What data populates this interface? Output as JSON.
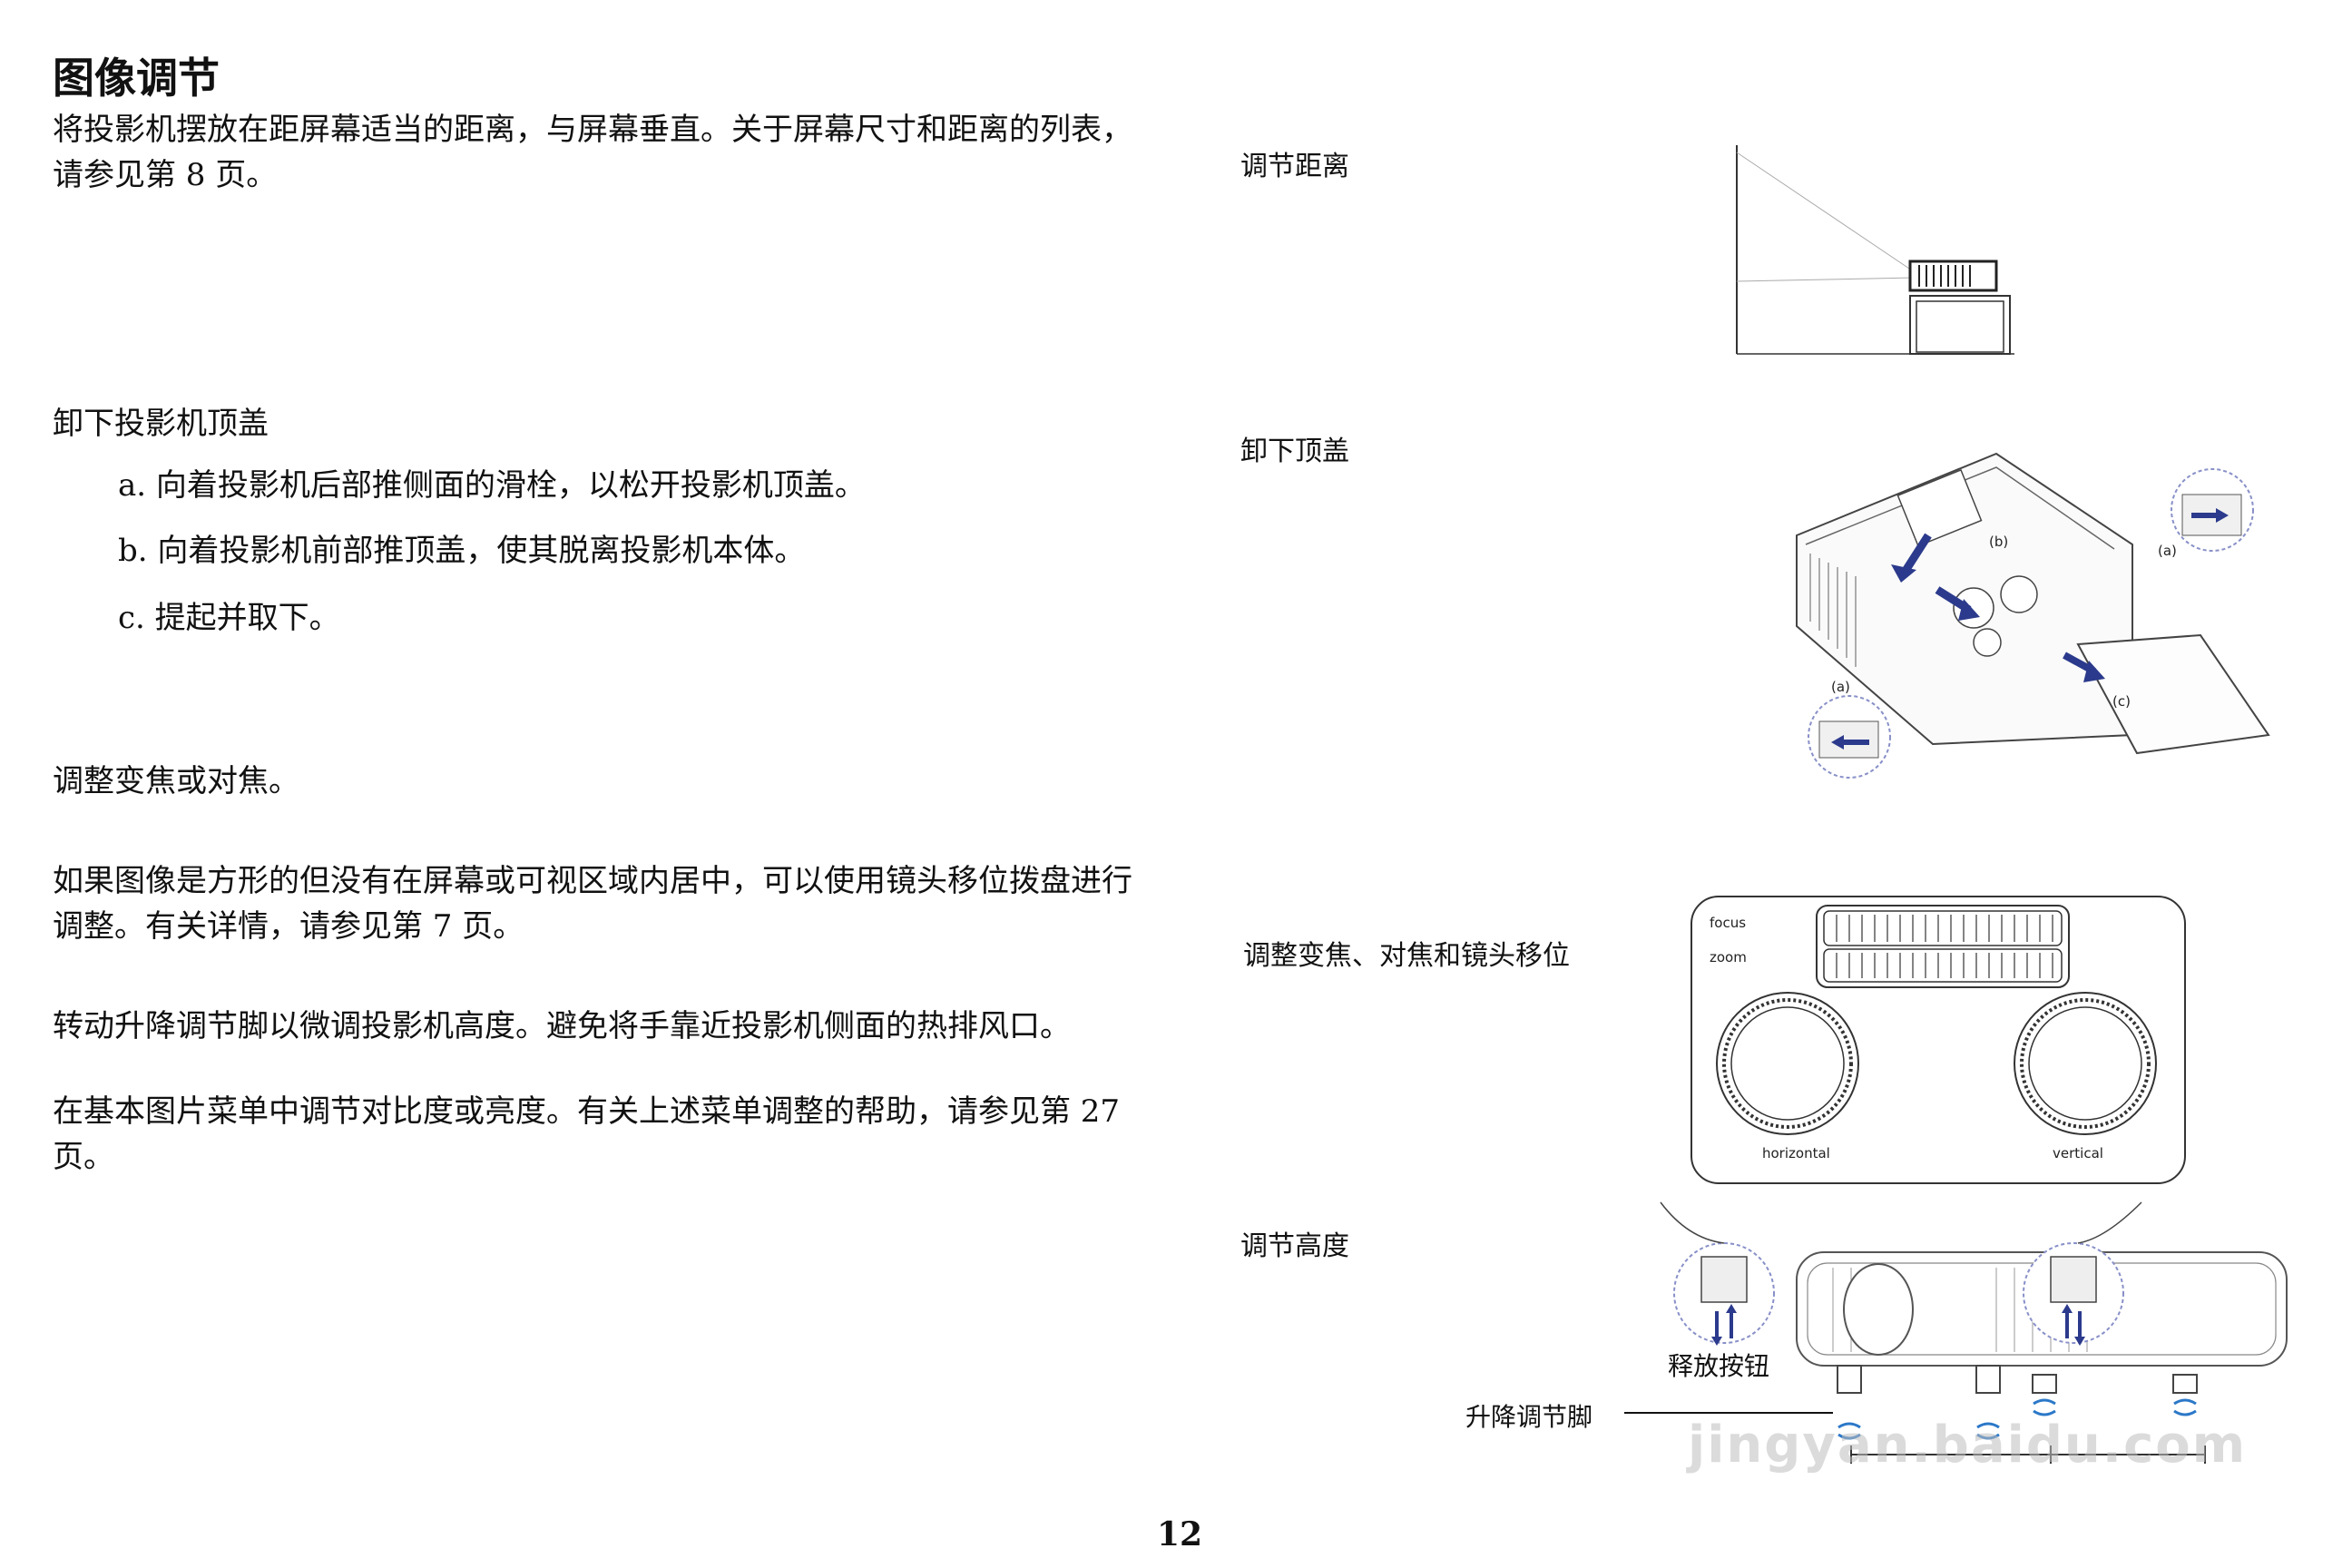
{
  "title": "图像调节",
  "left": {
    "intro": "将投影机摆放在距屏幕适当的距离，与屏幕垂直。关于屏幕尺寸和距离的列表，请参见第 8 页。",
    "cover_heading": "卸下投影机顶盖",
    "steps": [
      "a. 向着投影机后部推侧面的滑栓，以松开投影机顶盖。",
      "b. 向着投影机前部推顶盖，使其脱离投影机本体。",
      "c. 提起并取下。"
    ],
    "zoom_focus": "调整变焦或对焦。",
    "lens_shift": "如果图像是方形的但没有在屏幕或可视区域内居中，可以使用镜头移位拨盘进行调整。有关详情，请参见第 7 页。",
    "height": "转动升降调节脚以微调投影机高度。避免将手靠近投影机侧面的热排风口。",
    "contrast": "在基本图片菜单中调节对比度或亮度。有关上述菜单调整的帮助，请参见第 27 页。"
  },
  "right": {
    "cap_distance": "调节距离",
    "cap_cover": "卸下顶盖",
    "cap_lens": "调整变焦、对焦和镜头移位",
    "cap_height": "调节高度",
    "lens_labels": {
      "focus": "focus",
      "zoom": "zoom",
      "horizontal": "horizontal",
      "vertical": "vertical"
    },
    "cover_labels": {
      "a": "(a)",
      "b": "(b)",
      "c": "(c)"
    },
    "release_button": "释放按钮",
    "elevator_foot": "升降调节脚"
  },
  "watermark": "jingyan.baidu.com",
  "page_number": "12"
}
